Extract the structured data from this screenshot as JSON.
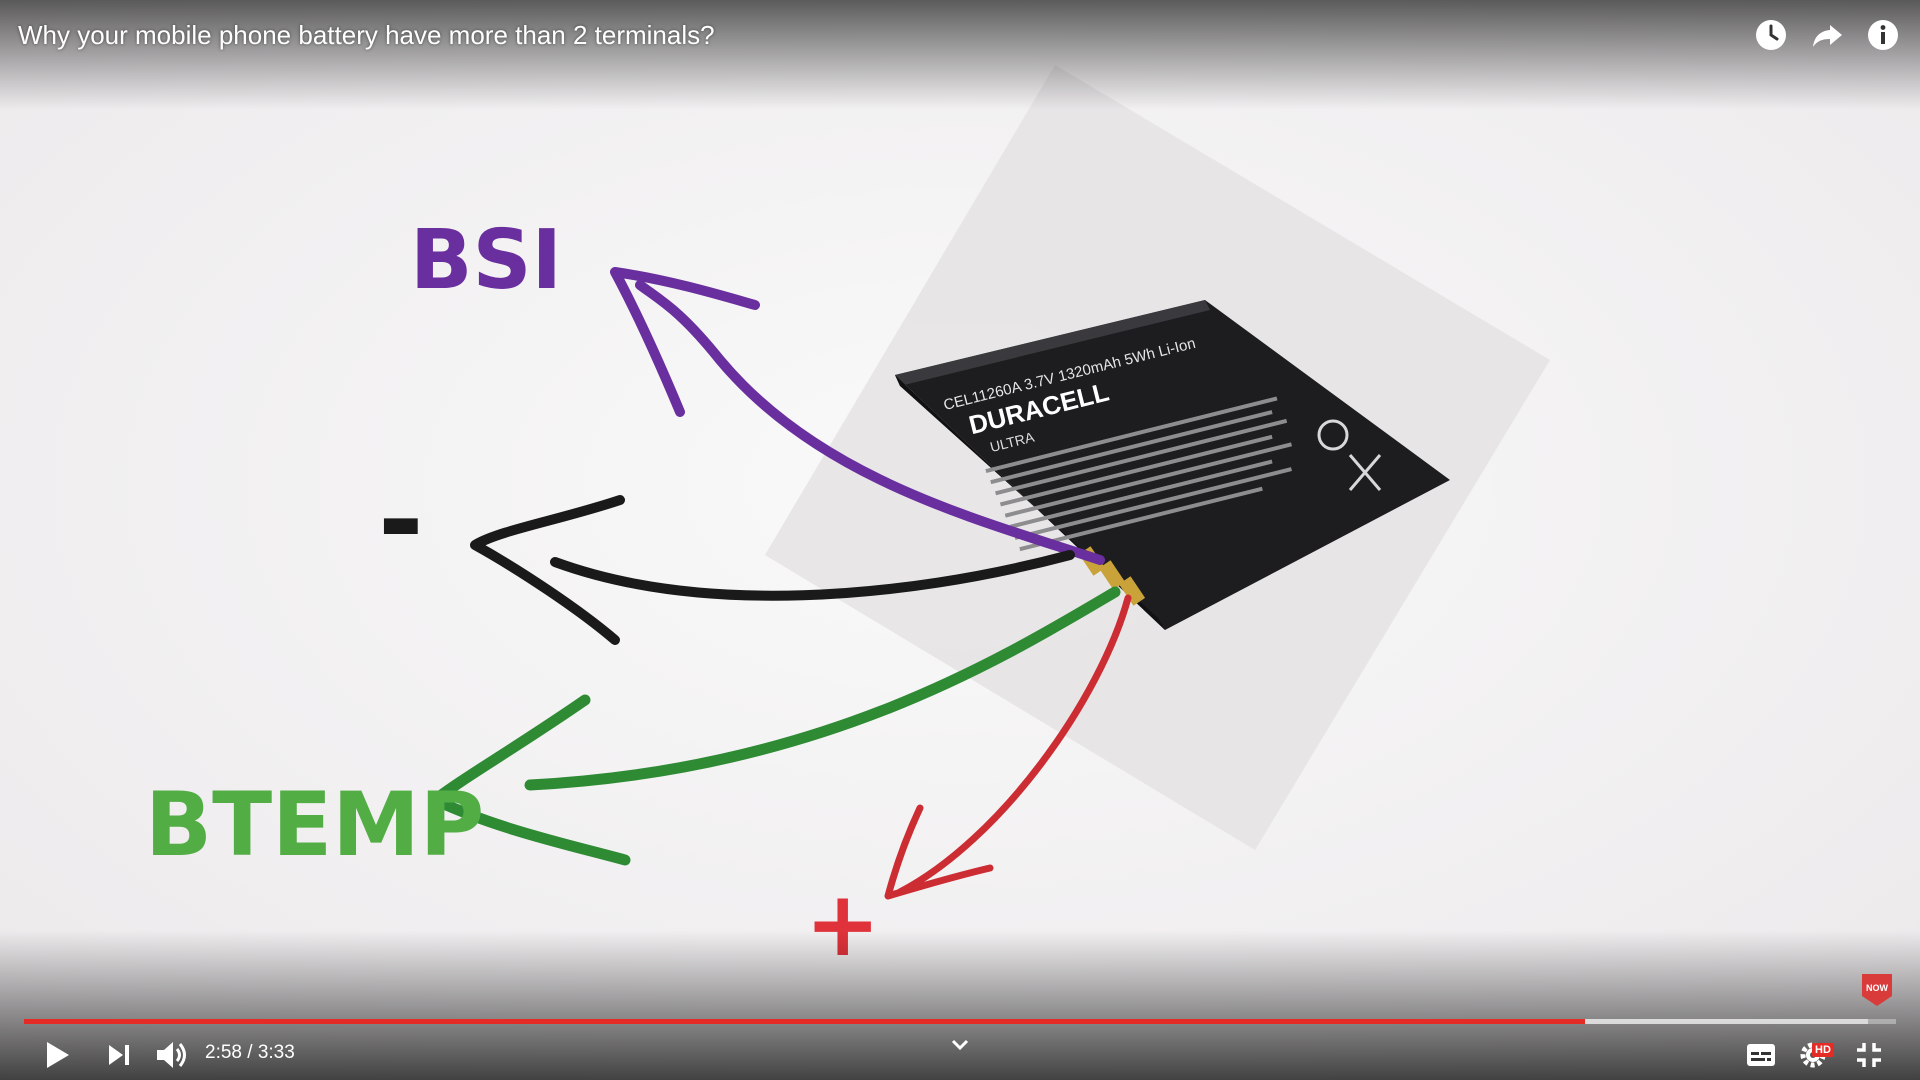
{
  "video": {
    "title": "Why your mobile phone battery have more than 2 terminals?",
    "current_time": "2:58",
    "duration": "3:33",
    "progress_fraction": 0.834,
    "buffered_fraction": 0.985,
    "colors": {
      "accent": "#e52b26",
      "bsi": "#6a2f9e",
      "minus": "#1a1a1a",
      "btemp": "#2e8b34",
      "plus": "#cc2d33"
    }
  },
  "frame": {
    "labels": {
      "bsi": "BSI",
      "minus": "-",
      "btemp": "BTEMP",
      "plus": "+"
    },
    "battery": {
      "brand": "DURACELL",
      "sub_brand": "ULTRA",
      "model": "CEL11260A  3.7V  1320mAh  5Wh  Li-Ion"
    }
  },
  "icons": {
    "watch_later": "clock-icon",
    "share": "share-icon",
    "info": "info-icon",
    "play": "play-icon",
    "next": "next-icon",
    "volume": "volume-icon",
    "chevron": "chevron-down-icon",
    "captions": "subtitles-icon",
    "settings": "gear-icon",
    "exit_fullscreen": "exit-fullscreen-icon",
    "subscribe": "subscribe-watermark-icon"
  },
  "badges": {
    "hd": "HD",
    "subscribe": "NOW"
  }
}
